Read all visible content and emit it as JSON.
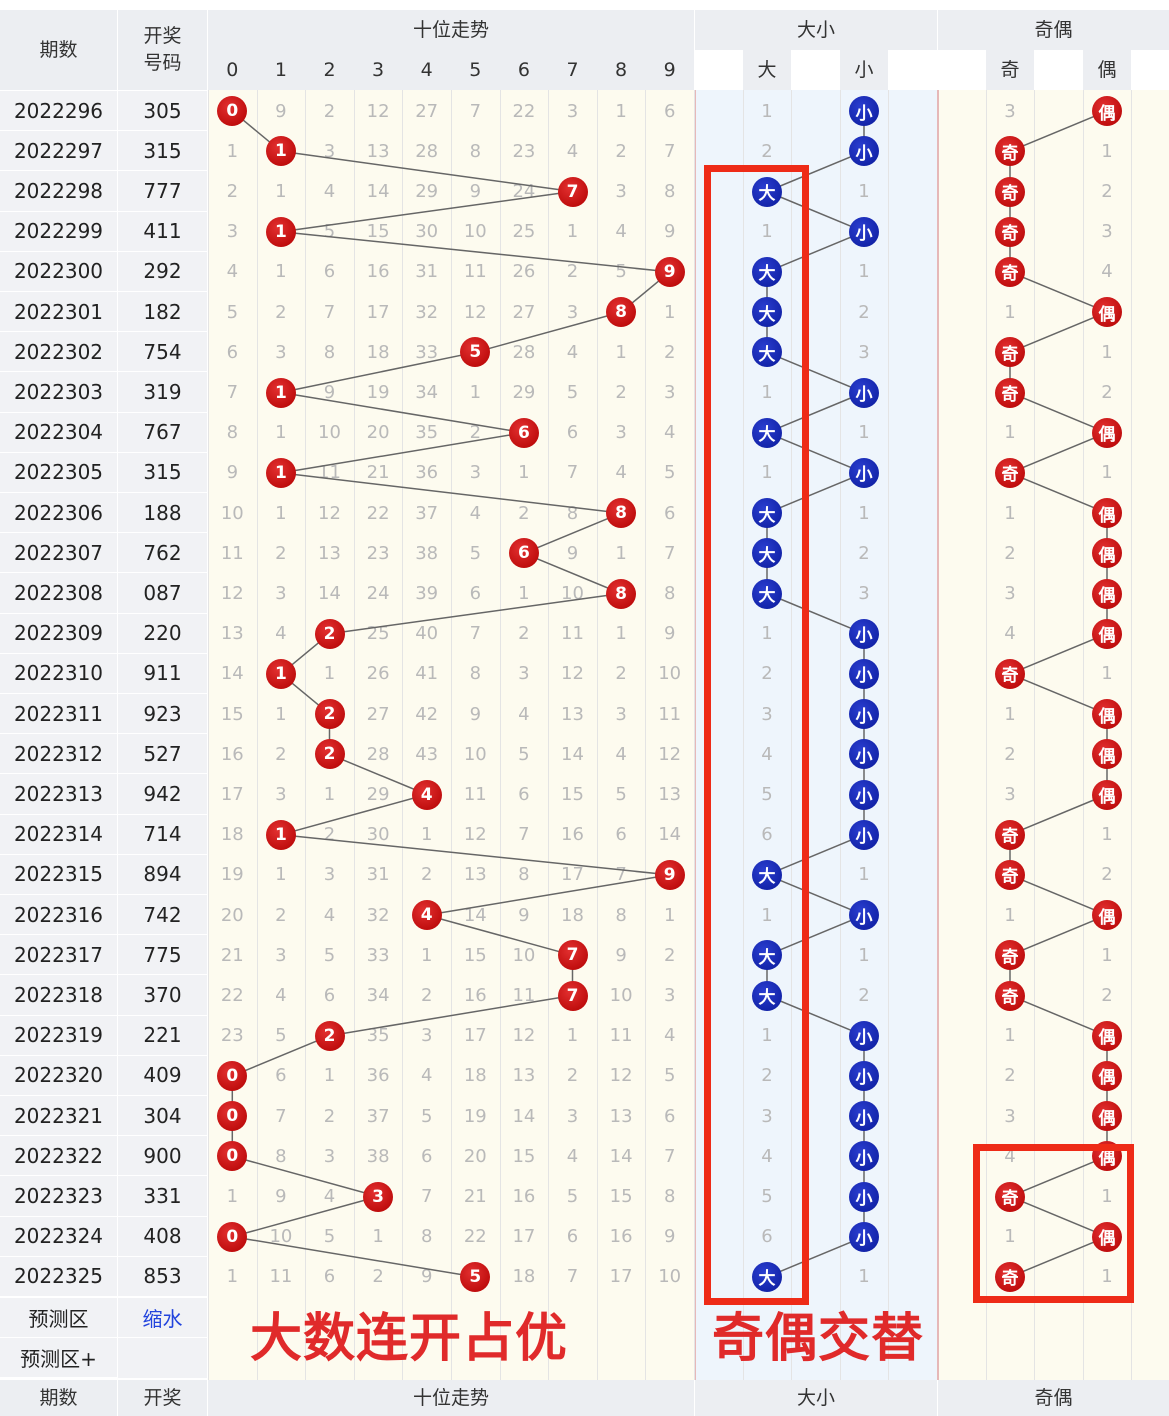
{
  "header": {
    "period": "期数",
    "number": "开奖\n号码",
    "tens_trend": "十位走势",
    "digits": [
      "0",
      "1",
      "2",
      "3",
      "4",
      "5",
      "6",
      "7",
      "8",
      "9"
    ],
    "size": "大小",
    "big": "大",
    "small": "小",
    "parity": "奇偶",
    "odd": "奇",
    "even": "偶"
  },
  "footer": {
    "predict": "预测区",
    "shrink": "缩水",
    "predict_plus": "预测区+",
    "period": "期数",
    "number": "开奖",
    "tens_trend": "十位走势",
    "size": "大小",
    "parity": "奇偶"
  },
  "annotations": {
    "line1": "大数连开占优",
    "line2": "奇偶交替"
  },
  "colors": {
    "hit_red": "#c40000",
    "hit_blue": "#0a1a9a",
    "highlight_box": "#ee2b17",
    "note_text": "#e02a2a"
  },
  "rows": [
    {
      "period": "2022296",
      "number": "305",
      "tens": [
        "0",
        "9",
        "2",
        "12",
        "27",
        "7",
        "22",
        "3",
        "1",
        "6"
      ],
      "hit": 0,
      "big": "1",
      "small": "小",
      "odd": "3",
      "even": "偶"
    },
    {
      "period": "2022297",
      "number": "315",
      "tens": [
        "1",
        "1",
        "3",
        "13",
        "28",
        "8",
        "23",
        "4",
        "2",
        "7"
      ],
      "hit": 1,
      "big": "2",
      "small": "小",
      "odd": "奇",
      "even": "1"
    },
    {
      "period": "2022298",
      "number": "777",
      "tens": [
        "2",
        "1",
        "4",
        "14",
        "29",
        "9",
        "24",
        "7",
        "3",
        "8"
      ],
      "hit": 7,
      "big": "大",
      "small": "1",
      "odd": "奇",
      "even": "2"
    },
    {
      "period": "2022299",
      "number": "411",
      "tens": [
        "3",
        "1",
        "5",
        "15",
        "30",
        "10",
        "25",
        "1",
        "4",
        "9"
      ],
      "hit": 1,
      "big": "1",
      "small": "小",
      "odd": "奇",
      "even": "3"
    },
    {
      "period": "2022300",
      "number": "292",
      "tens": [
        "4",
        "1",
        "6",
        "16",
        "31",
        "11",
        "26",
        "2",
        "5",
        "9"
      ],
      "hit": 9,
      "big": "大",
      "small": "1",
      "odd": "奇",
      "even": "4"
    },
    {
      "period": "2022301",
      "number": "182",
      "tens": [
        "5",
        "2",
        "7",
        "17",
        "32",
        "12",
        "27",
        "3",
        "8",
        "1"
      ],
      "hit": 8,
      "big": "大",
      "small": "2",
      "odd": "1",
      "even": "偶"
    },
    {
      "period": "2022302",
      "number": "754",
      "tens": [
        "6",
        "3",
        "8",
        "18",
        "33",
        "5",
        "28",
        "4",
        "1",
        "2"
      ],
      "hit": 5,
      "big": "大",
      "small": "3",
      "odd": "奇",
      "even": "1"
    },
    {
      "period": "2022303",
      "number": "319",
      "tens": [
        "7",
        "1",
        "9",
        "19",
        "34",
        "1",
        "29",
        "5",
        "2",
        "3"
      ],
      "hit": 1,
      "big": "1",
      "small": "小",
      "odd": "奇",
      "even": "2"
    },
    {
      "period": "2022304",
      "number": "767",
      "tens": [
        "8",
        "1",
        "10",
        "20",
        "35",
        "2",
        "6",
        "6",
        "3",
        "4"
      ],
      "hit": 6,
      "big": "大",
      "small": "1",
      "odd": "1",
      "even": "偶"
    },
    {
      "period": "2022305",
      "number": "315",
      "tens": [
        "9",
        "1",
        "11",
        "21",
        "36",
        "3",
        "1",
        "7",
        "4",
        "5"
      ],
      "hit": 1,
      "big": "1",
      "small": "小",
      "odd": "奇",
      "even": "1"
    },
    {
      "period": "2022306",
      "number": "188",
      "tens": [
        "10",
        "1",
        "12",
        "22",
        "37",
        "4",
        "2",
        "8",
        "8",
        "6"
      ],
      "hit": 8,
      "big": "大",
      "small": "1",
      "odd": "1",
      "even": "偶"
    },
    {
      "period": "2022307",
      "number": "762",
      "tens": [
        "11",
        "2",
        "13",
        "23",
        "38",
        "5",
        "6",
        "9",
        "1",
        "7"
      ],
      "hit": 6,
      "big": "大",
      "small": "2",
      "odd": "2",
      "even": "偶"
    },
    {
      "period": "2022308",
      "number": "087",
      "tens": [
        "12",
        "3",
        "14",
        "24",
        "39",
        "6",
        "1",
        "10",
        "8",
        "8"
      ],
      "hit": 8,
      "big": "大",
      "small": "3",
      "odd": "3",
      "even": "偶"
    },
    {
      "period": "2022309",
      "number": "220",
      "tens": [
        "13",
        "4",
        "2",
        "25",
        "40",
        "7",
        "2",
        "11",
        "1",
        "9"
      ],
      "hit": 2,
      "big": "1",
      "small": "小",
      "odd": "4",
      "even": "偶"
    },
    {
      "period": "2022310",
      "number": "911",
      "tens": [
        "14",
        "1",
        "1",
        "26",
        "41",
        "8",
        "3",
        "12",
        "2",
        "10"
      ],
      "hit": 1,
      "big": "2",
      "small": "小",
      "odd": "奇",
      "even": "1"
    },
    {
      "period": "2022311",
      "number": "923",
      "tens": [
        "15",
        "1",
        "2",
        "27",
        "42",
        "9",
        "4",
        "13",
        "3",
        "11"
      ],
      "hit": 2,
      "big": "3",
      "small": "小",
      "odd": "1",
      "even": "偶"
    },
    {
      "period": "2022312",
      "number": "527",
      "tens": [
        "16",
        "2",
        "2",
        "28",
        "43",
        "10",
        "5",
        "14",
        "4",
        "12"
      ],
      "hit": 2,
      "big": "4",
      "small": "小",
      "odd": "2",
      "even": "偶"
    },
    {
      "period": "2022313",
      "number": "942",
      "tens": [
        "17",
        "3",
        "1",
        "29",
        "4",
        "11",
        "6",
        "15",
        "5",
        "13"
      ],
      "hit": 4,
      "big": "5",
      "small": "小",
      "odd": "3",
      "even": "偶"
    },
    {
      "period": "2022314",
      "number": "714",
      "tens": [
        "18",
        "1",
        "2",
        "30",
        "1",
        "12",
        "7",
        "16",
        "6",
        "14"
      ],
      "hit": 1,
      "big": "6",
      "small": "小",
      "odd": "奇",
      "even": "1"
    },
    {
      "period": "2022315",
      "number": "894",
      "tens": [
        "19",
        "1",
        "3",
        "31",
        "2",
        "13",
        "8",
        "17",
        "7",
        "9"
      ],
      "hit": 9,
      "big": "大",
      "small": "1",
      "odd": "奇",
      "even": "2"
    },
    {
      "period": "2022316",
      "number": "742",
      "tens": [
        "20",
        "2",
        "4",
        "32",
        "4",
        "14",
        "9",
        "18",
        "8",
        "1"
      ],
      "hit": 4,
      "big": "1",
      "small": "小",
      "odd": "1",
      "even": "偶"
    },
    {
      "period": "2022317",
      "number": "775",
      "tens": [
        "21",
        "3",
        "5",
        "33",
        "1",
        "15",
        "10",
        "7",
        "9",
        "2"
      ],
      "hit": 7,
      "big": "大",
      "small": "1",
      "odd": "奇",
      "even": "1"
    },
    {
      "period": "2022318",
      "number": "370",
      "tens": [
        "22",
        "4",
        "6",
        "34",
        "2",
        "16",
        "11",
        "7",
        "10",
        "3"
      ],
      "hit": 7,
      "big": "大",
      "small": "2",
      "odd": "奇",
      "even": "2"
    },
    {
      "period": "2022319",
      "number": "221",
      "tens": [
        "23",
        "5",
        "2",
        "35",
        "3",
        "17",
        "12",
        "1",
        "11",
        "4"
      ],
      "hit": 2,
      "big": "1",
      "small": "小",
      "odd": "1",
      "even": "偶"
    },
    {
      "period": "2022320",
      "number": "409",
      "tens": [
        "0",
        "6",
        "1",
        "36",
        "4",
        "18",
        "13",
        "2",
        "12",
        "5"
      ],
      "hit": 0,
      "big": "2",
      "small": "小",
      "odd": "2",
      "even": "偶"
    },
    {
      "period": "2022321",
      "number": "304",
      "tens": [
        "0",
        "7",
        "2",
        "37",
        "5",
        "19",
        "14",
        "3",
        "13",
        "6"
      ],
      "hit": 0,
      "big": "3",
      "small": "小",
      "odd": "3",
      "even": "偶"
    },
    {
      "period": "2022322",
      "number": "900",
      "tens": [
        "0",
        "8",
        "3",
        "38",
        "6",
        "20",
        "15",
        "4",
        "14",
        "7"
      ],
      "hit": 0,
      "big": "4",
      "small": "小",
      "odd": "4",
      "even": "偶"
    },
    {
      "period": "2022323",
      "number": "331",
      "tens": [
        "1",
        "9",
        "4",
        "3",
        "7",
        "21",
        "16",
        "5",
        "15",
        "8"
      ],
      "hit": 3,
      "big": "5",
      "small": "小",
      "odd": "奇",
      "even": "1"
    },
    {
      "period": "2022324",
      "number": "408",
      "tens": [
        "0",
        "10",
        "5",
        "1",
        "8",
        "22",
        "17",
        "6",
        "16",
        "9"
      ],
      "hit": 0,
      "big": "6",
      "small": "小",
      "odd": "1",
      "even": "偶"
    },
    {
      "period": "2022325",
      "number": "853",
      "tens": [
        "1",
        "11",
        "6",
        "2",
        "9",
        "5",
        "18",
        "7",
        "17",
        "10"
      ],
      "hit": 5,
      "big": "大",
      "small": "1",
      "odd": "奇",
      "even": "1"
    }
  ]
}
